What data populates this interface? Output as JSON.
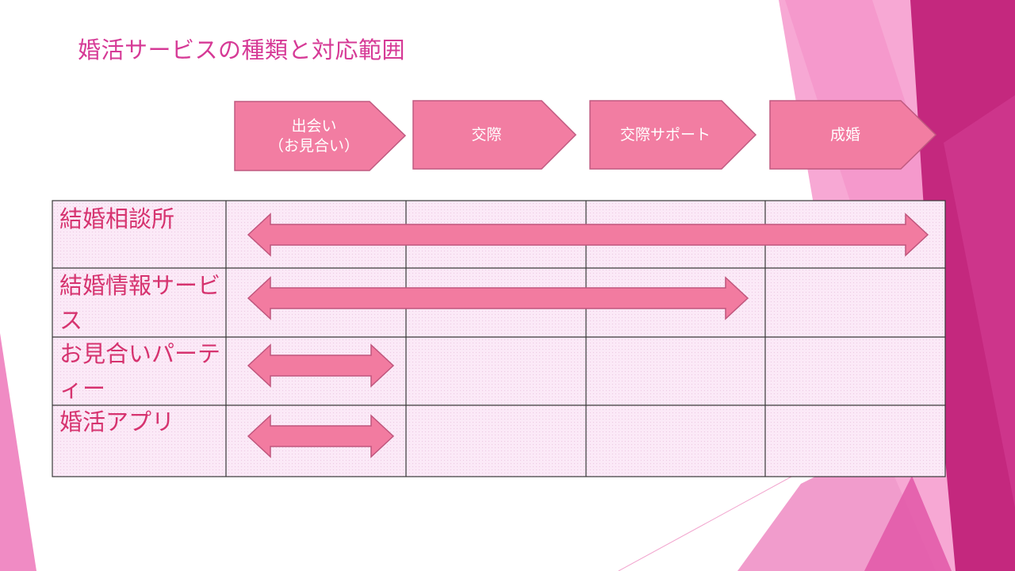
{
  "slide": {
    "title": "婚活サービスの種類と対応範囲"
  },
  "stages": [
    {
      "label": "出会い\n（お見合い）"
    },
    {
      "label": "交際"
    },
    {
      "label": "交際サポート"
    },
    {
      "label": "成婚"
    }
  ],
  "services": [
    {
      "label": "結婚相談所",
      "coverage_stages": 4
    },
    {
      "label": "結婚情報サービス",
      "coverage_stages": 3
    },
    {
      "label": "お見合いパーティー",
      "coverage_stages": 1
    },
    {
      "label": "婚活アプリ",
      "coverage_stages": 1
    }
  ],
  "colors": {
    "title": "#d63a96",
    "chevron_fill": "#f27da2",
    "arrow_fill": "#f27ba0",
    "table_fill": "#fbe9f7",
    "row_label": "#d6336f"
  }
}
